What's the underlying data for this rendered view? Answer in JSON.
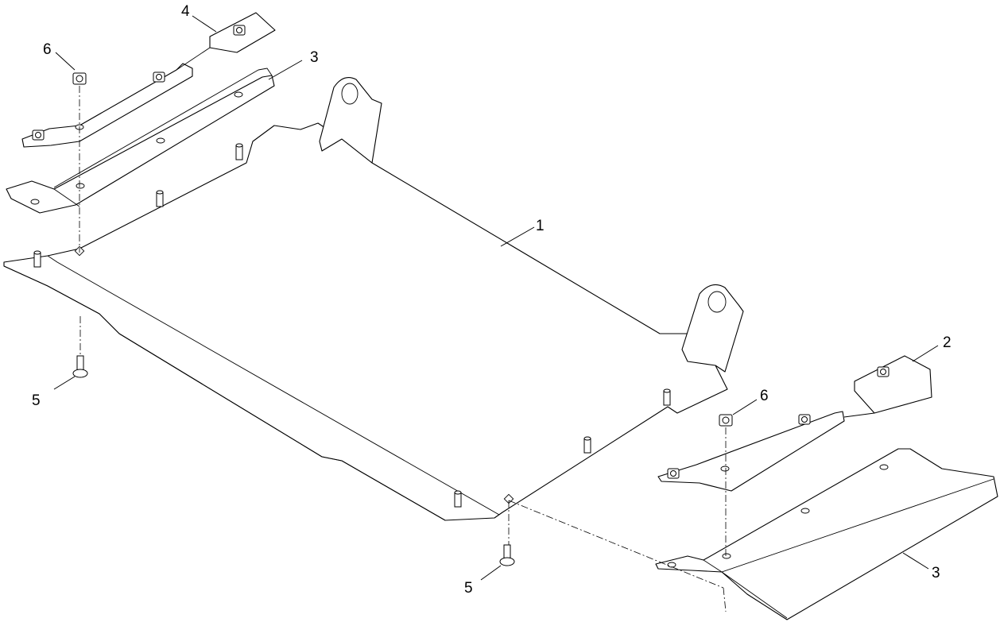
{
  "callouts": {
    "c1": "1",
    "c2": "2",
    "c3_top": "3",
    "c3_bottom": "3",
    "c4": "4",
    "c5_left": "5",
    "c5_bottom": "5",
    "c6_left": "6",
    "c6_right": "6"
  }
}
